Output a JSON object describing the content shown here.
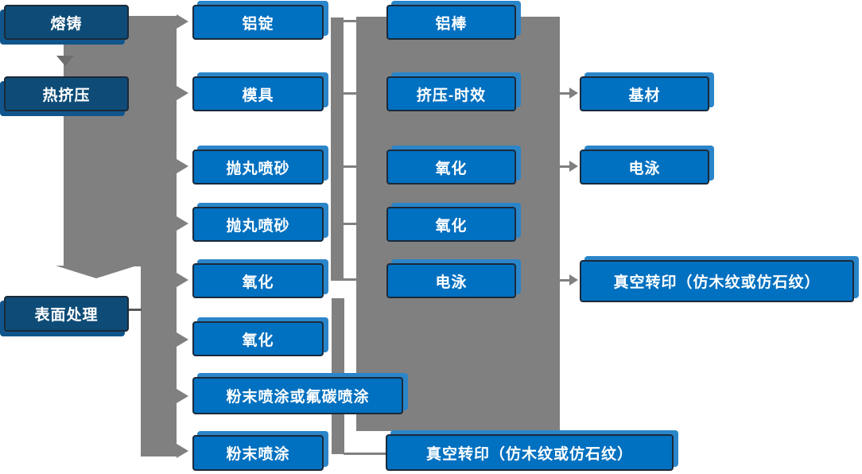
{
  "diagram": {
    "type": "flowchart",
    "nodes": {
      "col1": [
        "熔铸",
        "热挤压",
        "表面处理"
      ],
      "col2": [
        "铝锭",
        "模具",
        "抛丸喷砂",
        "抛丸喷砂",
        "氧化",
        "氧化",
        "粉末喷涂或氟碳喷涂",
        "粉末喷涂"
      ],
      "col3": [
        "铝棒",
        "挤压-时效",
        "氧化",
        "氧化",
        "电泳",
        "真空转印（仿木纹或仿石纹）"
      ],
      "col4": [
        "基材",
        "电泳",
        "真空转印（仿木纹或仿石纹）"
      ]
    },
    "colors": {
      "blue_box": "#0070c0",
      "dark_box": "#0e4c77",
      "connector_gray": "#808080",
      "box_border": "#1b2a3a",
      "box_text": "#ffffff",
      "blue_accent": "#2a85c9"
    }
  }
}
